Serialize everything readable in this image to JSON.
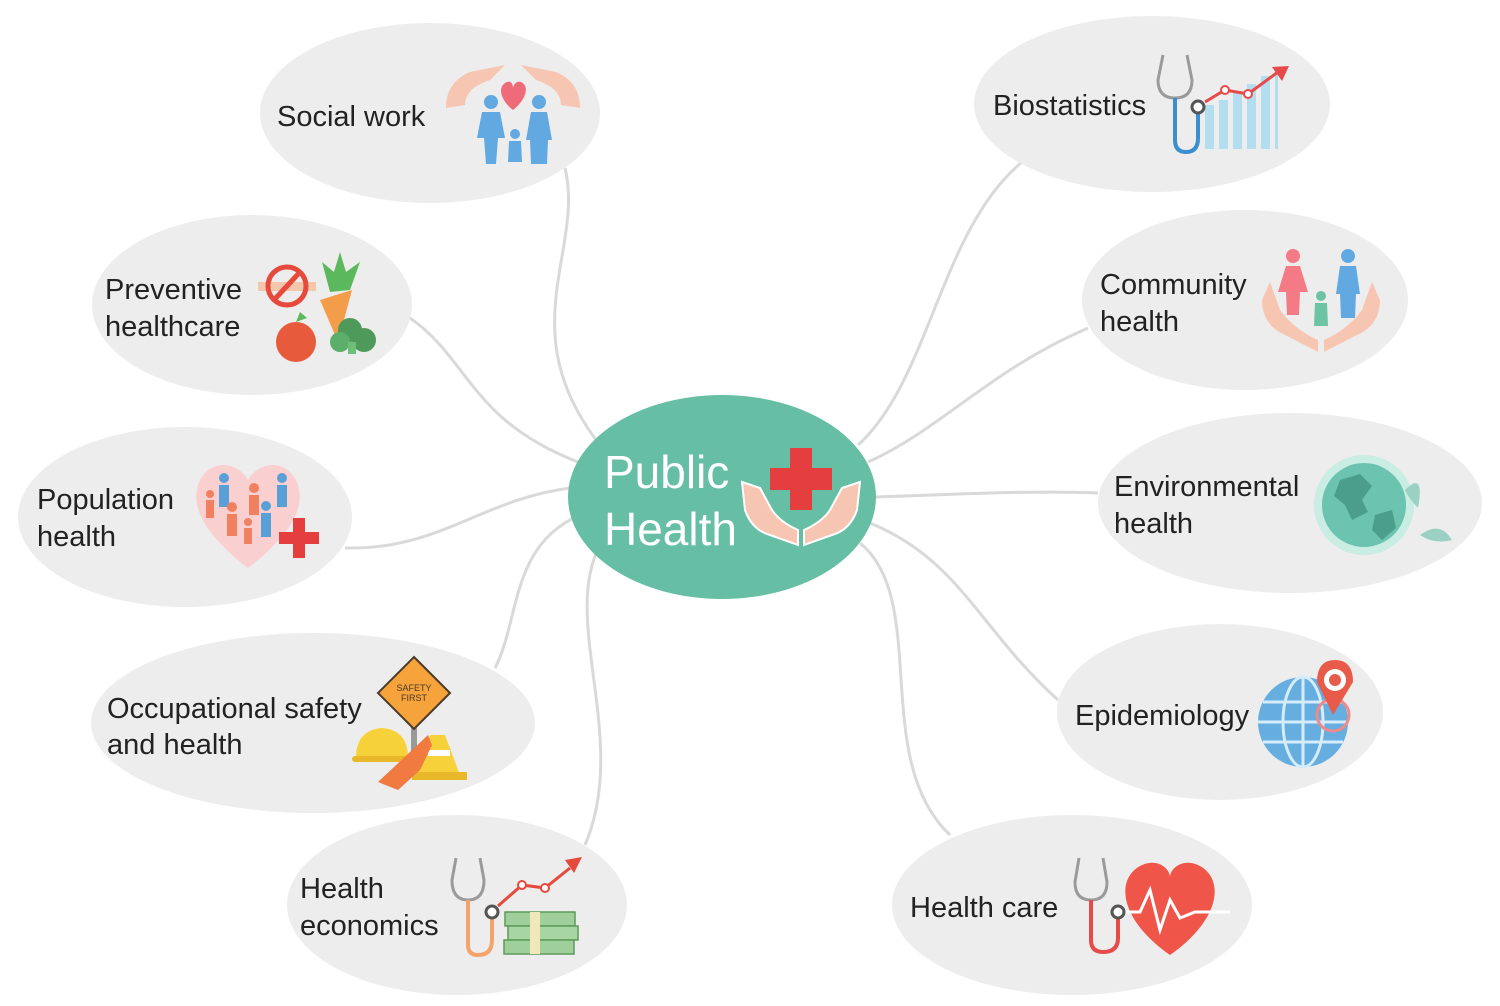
{
  "center": {
    "title_line1": "Public",
    "title_line2": "Health",
    "color": "#66bfa5",
    "icon": "hands-medical-cross-icon"
  },
  "colors": {
    "bubble": "#ededed",
    "connector": "#d9d9d9",
    "text": "#222222"
  },
  "topics": {
    "social_work": {
      "lines": [
        "Social work"
      ],
      "icon": "family-care-icon"
    },
    "preventive_healthcare": {
      "lines": [
        "Preventive",
        "healthcare"
      ],
      "icon": "no-smoking-vegetables-icon"
    },
    "population_health": {
      "lines": [
        "Population",
        "health"
      ],
      "icon": "people-heart-icon"
    },
    "occupational_safety": {
      "lines": [
        "Occupational safety",
        "and health"
      ],
      "icon": "safety-first-icon",
      "sign_line1": "SAFETY",
      "sign_line2": "FIRST"
    },
    "health_economics": {
      "lines": [
        "Health",
        "economics"
      ],
      "icon": "stethoscope-money-icon"
    },
    "biostatistics": {
      "lines": [
        "Biostatistics"
      ],
      "icon": "stethoscope-chart-icon"
    },
    "community_health": {
      "lines": [
        "Community",
        "health"
      ],
      "icon": "family-hands-icon"
    },
    "environmental_health": {
      "lines": [
        "Environmental",
        "health"
      ],
      "icon": "earth-leaf-icon"
    },
    "epidemiology": {
      "lines": [
        "Epidemiology"
      ],
      "icon": "globe-virus-icon"
    },
    "health_care": {
      "lines": [
        "Health care"
      ],
      "icon": "stethoscope-heart-icon"
    }
  }
}
